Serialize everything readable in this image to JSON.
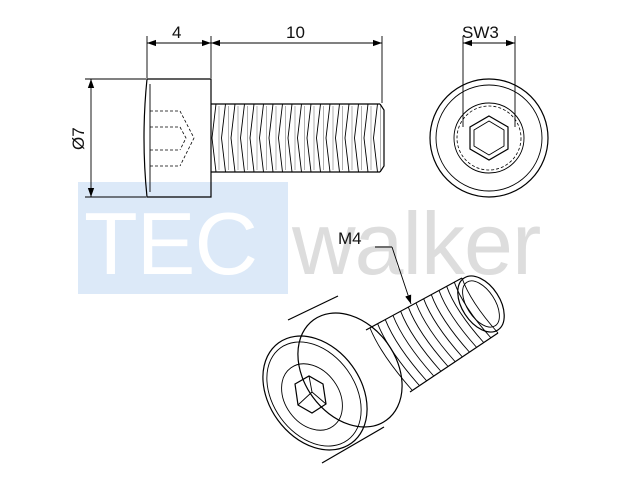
{
  "dimensions": {
    "head_length": "4",
    "thread_length": "10",
    "head_diameter": "Ø7",
    "socket_size": "SW3",
    "thread_size": "M4"
  },
  "watermark": {
    "part1": "TEC",
    "part2": "walker",
    "box_color": "#dce9f8",
    "part1_color": "#ffffff",
    "part2_color": "#dddddd"
  },
  "colors": {
    "line": "#000000",
    "background": "#ffffff"
  }
}
